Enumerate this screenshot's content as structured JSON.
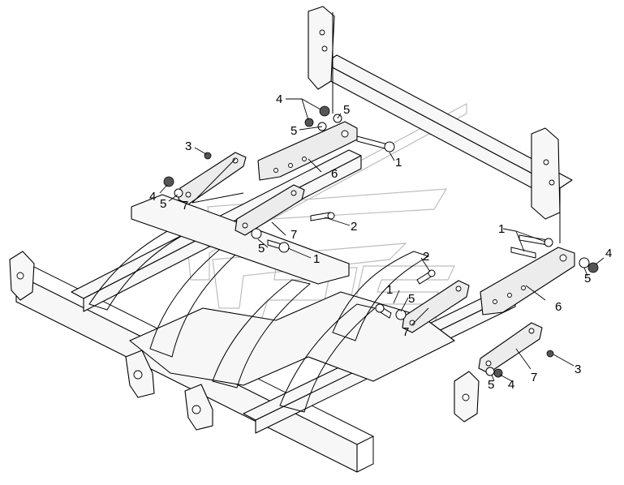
{
  "callouts": {
    "c1a": "1",
    "c1b": "1",
    "c1c": "1",
    "c1d": "1",
    "c2a": "2",
    "c2b": "2",
    "c3a": "3",
    "c3b": "3",
    "c4a": "4",
    "c4b": "4",
    "c4c": "4",
    "c4d": "4",
    "c5a": "5",
    "c5b": "5",
    "c5c": "5",
    "c5d": "5",
    "c5e": "5",
    "c5f": "5",
    "c6a": "6",
    "c6b": "6",
    "c7a": "7",
    "c7b": "7",
    "c7c": "7",
    "c7d": "7"
  },
  "colors": {
    "line": "#000000",
    "fill": "#f7f7f7",
    "watermark": "#bdbdbd"
  }
}
